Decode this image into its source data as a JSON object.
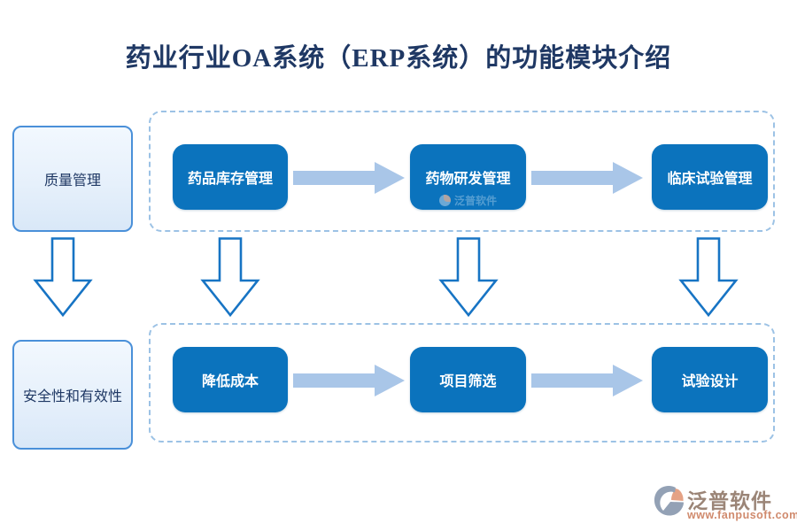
{
  "title": "药业行业OA系统（ERP系统）的功能模块介绍",
  "left_column": {
    "quality_box": "质量管理",
    "safety_box": "安全性和有效性"
  },
  "top_row": [
    "药品库存管理",
    "药物研发管理",
    "临床试验管理"
  ],
  "bottom_row": [
    "降低成本",
    "项目筛选",
    "试验设计"
  ],
  "inner_watermark": {
    "text": "泛普软件"
  },
  "brand_watermark": {
    "name": "泛普软件",
    "url": "www.fanpusoft.com"
  },
  "colors": {
    "title_text": "#1f3864",
    "module_box_fill": "#0b73bd",
    "module_box_text": "#ffffff",
    "side_box_fill": "#e6f0fb",
    "side_box_border": "#4a90d9",
    "dashed_border": "#9cc2e5",
    "flow_arrow_fill": "#a9c6e8",
    "down_arrow_stroke": "#1774c4",
    "brand_name_color": "#9b8577",
    "brand_url_color": "#d08a6d"
  }
}
